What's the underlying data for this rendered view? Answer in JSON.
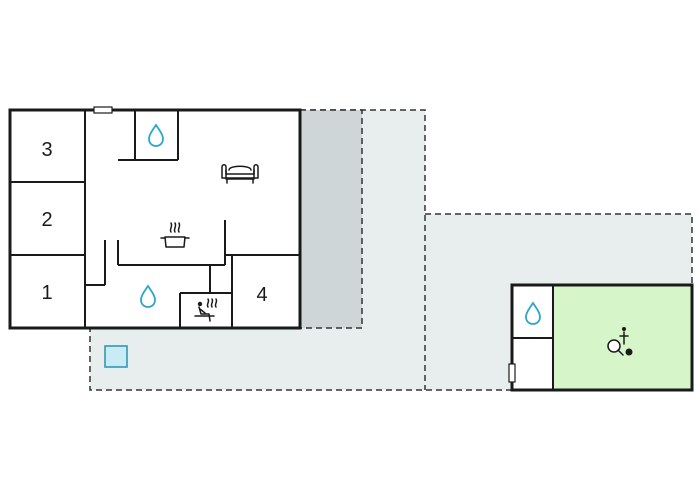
{
  "floorplan": {
    "rooms": [
      {
        "id": "bedroom-3",
        "label": "3"
      },
      {
        "id": "bedroom-2",
        "label": "2"
      },
      {
        "id": "bedroom-1",
        "label": "1"
      },
      {
        "id": "bedroom-4",
        "label": "4"
      }
    ],
    "icons": {
      "bathroom": "water-drop-icon",
      "living": "sofa-icon",
      "kitchen": "cooking-pot-icon",
      "sauna": "sauna-icon",
      "pool": "pool-icon",
      "games": "table-tennis-icon",
      "annex_bath": "water-drop-icon"
    },
    "colors": {
      "walls": "#1a1a1a",
      "terrace": "#e8eeee",
      "covered_terrace": "#cfd6d8",
      "games_room": "#d6f5c8",
      "pool_fill": "#c8ecf6",
      "pool_stroke": "#2a8fb0",
      "water_icon": "#2aa7c8"
    }
  }
}
